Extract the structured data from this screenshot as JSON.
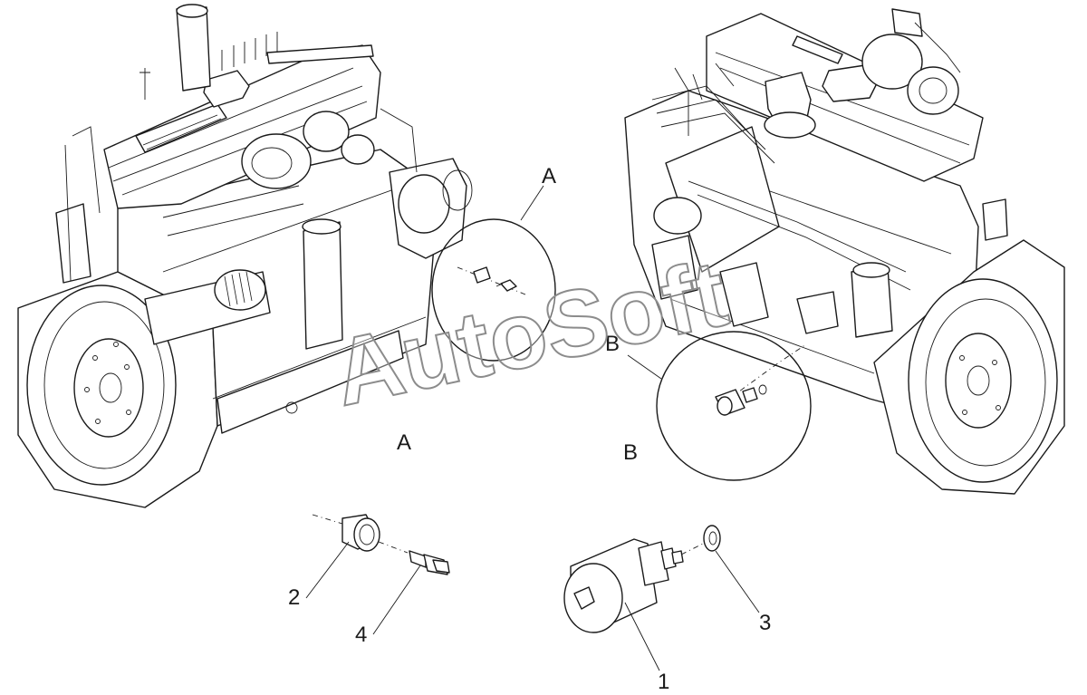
{
  "diagram": {
    "watermark": "AutoSoft",
    "view_labels": {
      "a_circle": "A",
      "a_view": "A",
      "b_circle": "B",
      "b_view": "B"
    },
    "callouts": {
      "c1": "1",
      "c2": "2",
      "c3": "3",
      "c4": "4"
    }
  }
}
